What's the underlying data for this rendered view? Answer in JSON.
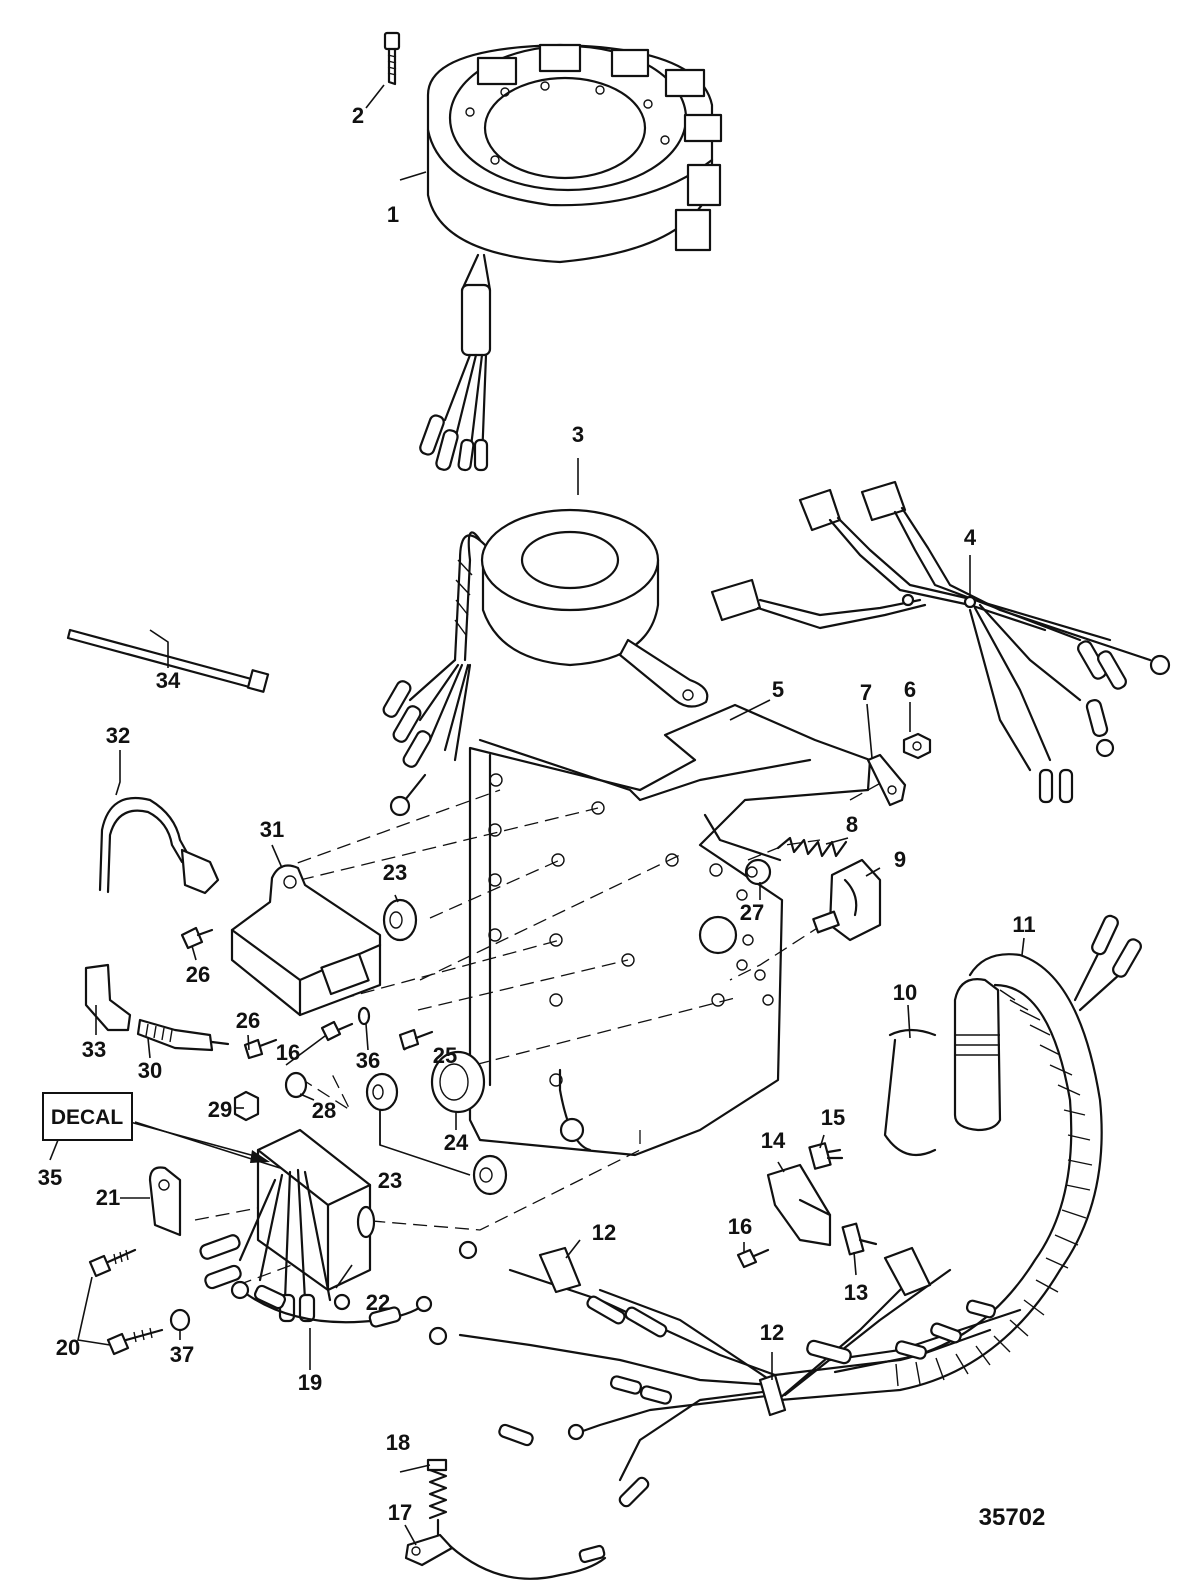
{
  "figure_number": "35702",
  "decal_label": "DECAL",
  "callouts": {
    "c1": "1",
    "c2": "2",
    "c3": "3",
    "c4": "4",
    "c5": "5",
    "c6": "6",
    "c7": "7",
    "c8": "8",
    "c9": "9",
    "c10": "10",
    "c11": "11",
    "c12a": "12",
    "c12b": "12",
    "c13": "13",
    "c14": "14",
    "c15": "15",
    "c16a": "16",
    "c16b": "16",
    "c17": "17",
    "c18": "18",
    "c19": "19",
    "c20": "20",
    "c21": "21",
    "c22": "22",
    "c23a": "23",
    "c23b": "23",
    "c24": "24",
    "c25": "25",
    "c26a": "26",
    "c26b": "26",
    "c27": "27",
    "c28": "28",
    "c29": "29",
    "c30": "30",
    "c31": "31",
    "c32": "32",
    "c33": "33",
    "c34": "34",
    "c35": "35",
    "c36": "36",
    "c37": "37"
  }
}
